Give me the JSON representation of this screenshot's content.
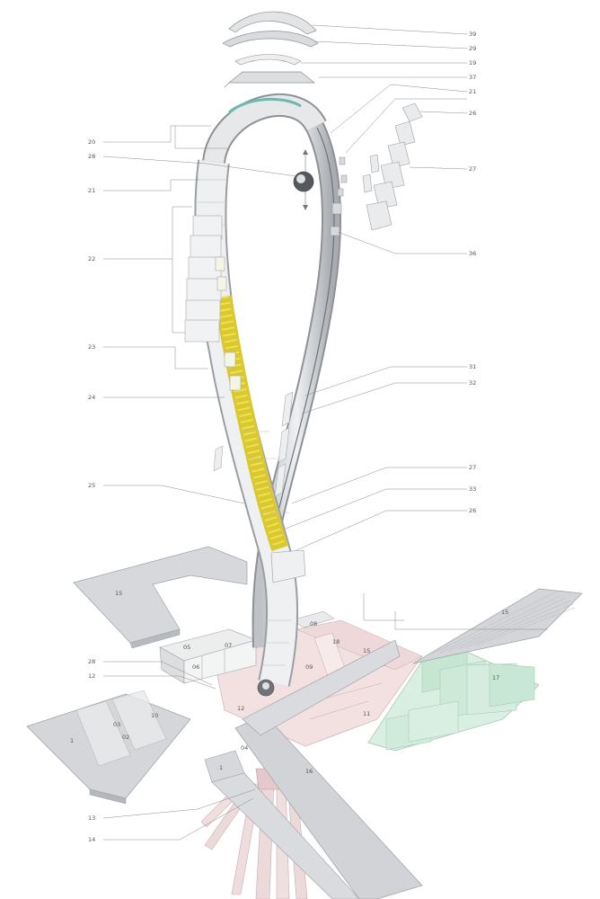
{
  "diagram": {
    "labels": [
      {
        "id": "r39",
        "text": "39"
      },
      {
        "id": "r29",
        "text": "29"
      },
      {
        "id": "r19",
        "text": "19"
      },
      {
        "id": "r37",
        "text": "37"
      },
      {
        "id": "r21a",
        "text": "21"
      },
      {
        "id": "r26a",
        "text": "26"
      },
      {
        "id": "r27a",
        "text": "27"
      },
      {
        "id": "r36",
        "text": "36"
      },
      {
        "id": "r31",
        "text": "31"
      },
      {
        "id": "r32",
        "text": "32"
      },
      {
        "id": "r27b",
        "text": "27"
      },
      {
        "id": "r33",
        "text": "33"
      },
      {
        "id": "r26b",
        "text": "26"
      },
      {
        "id": "l20",
        "text": "20"
      },
      {
        "id": "l28a",
        "text": "28"
      },
      {
        "id": "l21",
        "text": "21"
      },
      {
        "id": "l22",
        "text": "22"
      },
      {
        "id": "l23",
        "text": "23"
      },
      {
        "id": "l24",
        "text": "24"
      },
      {
        "id": "l25",
        "text": "25"
      },
      {
        "id": "l28b",
        "text": "28"
      },
      {
        "id": "l12",
        "text": "12"
      },
      {
        "id": "l13",
        "text": "13"
      },
      {
        "id": "l14",
        "text": "14"
      },
      {
        "id": "p15a",
        "text": "15"
      },
      {
        "id": "p15b",
        "text": "15"
      },
      {
        "id": "p15c",
        "text": "15"
      },
      {
        "id": "p05",
        "text": "05"
      },
      {
        "id": "p06",
        "text": "06"
      },
      {
        "id": "p07",
        "text": "07"
      },
      {
        "id": "p08",
        "text": "08"
      },
      {
        "id": "p09",
        "text": "09"
      },
      {
        "id": "p18",
        "text": "18"
      },
      {
        "id": "p11",
        "text": "11"
      },
      {
        "id": "p17",
        "text": "17"
      },
      {
        "id": "p16",
        "text": "16"
      },
      {
        "id": "p12",
        "text": "12"
      },
      {
        "id": "p01",
        "text": "1"
      },
      {
        "id": "p03",
        "text": "03"
      },
      {
        "id": "p02",
        "text": "02"
      },
      {
        "id": "p10",
        "text": "10"
      },
      {
        "id": "p04",
        "text": "04"
      },
      {
        "id": "p1b",
        "text": "1"
      }
    ]
  }
}
